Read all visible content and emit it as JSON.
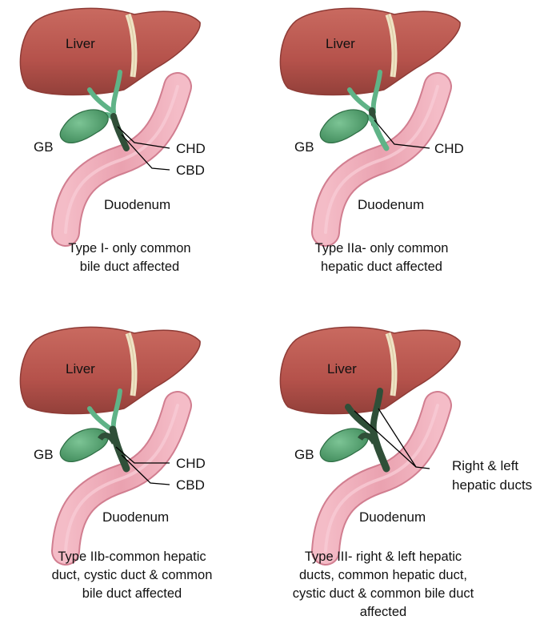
{
  "labels": {
    "liver": "Liver",
    "gb": "GB",
    "duodenum": "Duodenum",
    "chd": "CHD",
    "cbd": "CBD",
    "right_left_line1": "Right & left",
    "right_left_line2": "hepatic ducts"
  },
  "panels": [
    {
      "caption_lines": [
        "Type I- only common",
        "bile duct affected"
      ]
    },
    {
      "caption_lines": [
        "Type IIa- only common",
        "hepatic duct affected"
      ]
    },
    {
      "caption_lines": [
        "Type IIb-common hepatic",
        "duct, cystic duct & common",
        "bile duct affected"
      ]
    },
    {
      "caption_lines": [
        "Type III- right & left hepatic",
        "ducts, common hepatic duct,",
        "cystic duct & common bile duct",
        "affected"
      ]
    }
  ],
  "colors": {
    "liver": "#b5524b",
    "liver_dark": "#8e3b36",
    "ligament": "#efe3c4",
    "duct": "#5fb387",
    "duct_affected": "#2f4f38",
    "gallbladder": "#4f9a69",
    "duodenum": "#eca4b2",
    "duodenum_dark": "#d17e90"
  }
}
